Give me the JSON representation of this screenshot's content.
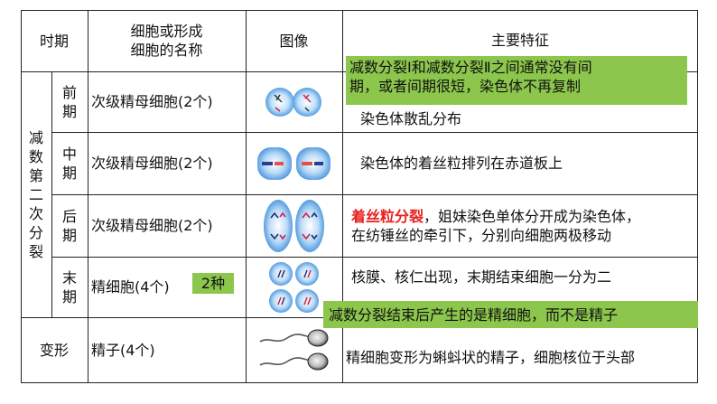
{
  "table": {
    "headers": {
      "period": "时期",
      "cell_name": "细胞或形成\n细胞的名称",
      "image": "图像",
      "features": "主要特征"
    },
    "group_label": "减数第二次分裂",
    "rows": [
      {
        "phase": "前期",
        "cell": "次级精母细胞(2个)",
        "image": "two-cells-prophase",
        "feature": "染色体散乱分布"
      },
      {
        "phase": "中期",
        "cell": "次级精母细胞(2个)",
        "image": "two-cells-metaphase",
        "feature": "染色体的着丝粒排列在赤道板上"
      },
      {
        "phase": "后期",
        "cell": "次级精母细胞(2个)",
        "image": "two-cells-anaphase",
        "feature_highlight": "着丝粒分裂",
        "feature_rest": "，姐妹染色单体分开成为染色体，",
        "feature_line2": "在纺锤丝的牵引下，分别向细胞两极移动"
      },
      {
        "phase": "末期",
        "cell": "精细胞(4个)",
        "badge": "2种",
        "image": "four-cells-telophase",
        "feature": "核膜、核仁出现，末期结束细胞一分为二"
      },
      {
        "phase": "变形",
        "cell": "精子(4个)",
        "image": "two-sperm-cells",
        "feature": "精细胞变形为蝌蚪状的精子，细胞核位于头部"
      }
    ]
  },
  "callouts": {
    "interphase_note": "减数分裂Ⅰ和减数分裂Ⅱ之间通常没有间期，或者间期很短，染色体不再复制",
    "interphase_line1": "减数分裂Ⅰ和减数分裂Ⅱ之间通常没有间",
    "interphase_line2": "期，或者间期很短，染色体不再复制",
    "result_note": "减数分裂结束后产生的是精细胞，而不是精子"
  },
  "colors": {
    "callout_green": "#8cc64c",
    "highlight_red": "#e8201c",
    "cell_blue": "#4a9de0"
  }
}
